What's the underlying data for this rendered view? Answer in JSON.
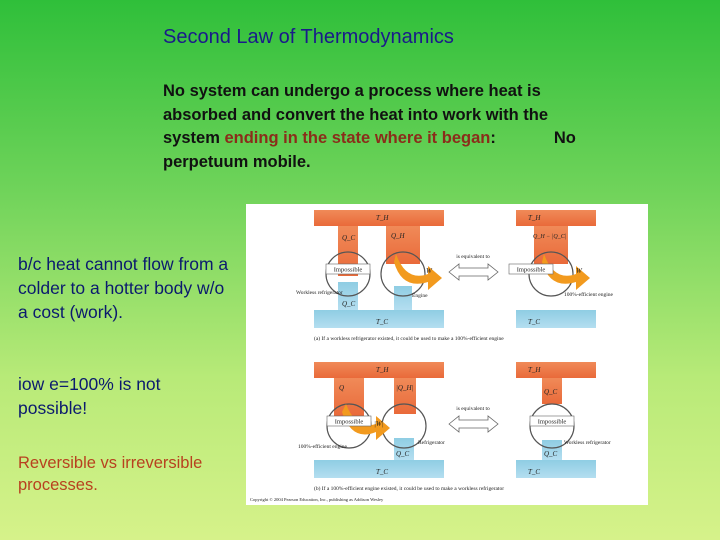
{
  "slide": {
    "title": "Second Law of Thermodynamics",
    "statement_part1": "No system can undergo a process where heat is absorbed and convert the heat into work with the system ",
    "statement_highlight1": "ending in the state where it began",
    "statement_colon": ":",
    "statement_part2": "No perpetuum mobile.",
    "side_note_1": "b/c heat cannot flow from a colder to a hotter body w/o a cost (work).",
    "side_note_2": "iow e=100% is not possible!",
    "side_note_3": "Reversible vs irreversible processes."
  },
  "figure": {
    "top": {
      "th_left": "T_H",
      "th_right": "T_H",
      "tc_left": "T_C",
      "tc_right": "T_C",
      "qc_left": "Q_C",
      "qh_mid": "Q_H",
      "qc_mid": "Q_C",
      "qh_minus_qc": "Q_H − |Q_C|",
      "w_mid": "W",
      "w_right": "W",
      "impossible_left": "Impossible",
      "impossible_right": "Impossible",
      "is_equivalent": "is equivalent to",
      "workless_refrigerator": "Workless refrigerator",
      "engine": "Engine",
      "efficient_engine": "100%-efficient engine",
      "caption": "(a) If a workless refrigerator existed, it could be used to make a 100%-efficient engine"
    },
    "bottom": {
      "th_left": "T_H",
      "th_right": "T_H",
      "tc_left": "T_C",
      "tc_right": "T_C",
      "q_left": "Q",
      "qh_mid": "|Q_H|",
      "qc_mid": "Q_C",
      "qc_right": "Q_C",
      "qc_right2": "Q_C",
      "w_mid": "|W|",
      "impossible_left": "Impossible",
      "impossible_right": "Impossible",
      "is_equivalent": "is equivalent to",
      "efficient_engine": "100%-efficient engine",
      "refrigerator": "Refrigerator",
      "workless_refrigerator": "Workless refrigerator",
      "caption": "(b) If a 100%-efficient engine existed, it could be used to make a workless refrigerator"
    },
    "copyright": "Copyright © 2004 Pearson Education, Inc., publishing as Addison Wesley"
  },
  "colors": {
    "hot_reservoir": "#ee7a45",
    "cold_reservoir": "#9fd4e6",
    "work_arrow": "#f29a1e",
    "title_text": "#1a1a8a",
    "highlight_text": "#8a2d1a",
    "note_text": "#0b1a6e",
    "reversible_text": "#b8411f"
  }
}
